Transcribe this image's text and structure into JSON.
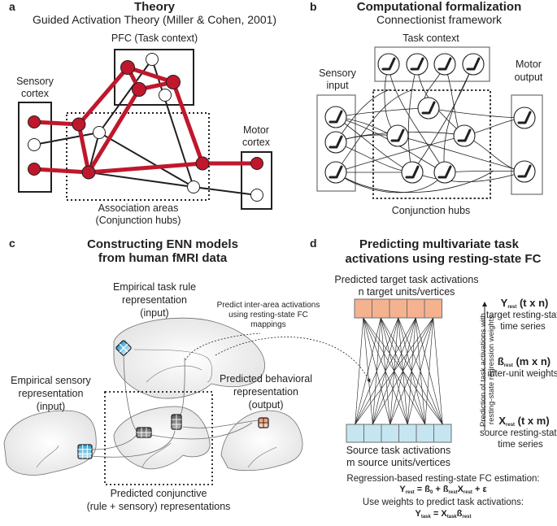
{
  "panels": {
    "a": {
      "letter": "a",
      "title": "Theory",
      "subtitle": "Guided Activation Theory (Miller & Cohen, 2001)",
      "labels": {
        "pfc": "PFC (Task context)",
        "sensory_1": "Sensory",
        "sensory_2": "cortex",
        "motor_1": "Motor",
        "motor_2": "cortex",
        "assoc_1": "Association areas",
        "assoc_2": "(Conjunction hubs)"
      },
      "colors": {
        "active": "#c0172c",
        "inactive": "#ffffff",
        "line": "#231f20"
      }
    },
    "b": {
      "letter": "b",
      "title": "Computational formalization",
      "subtitle": "Connectionist framework",
      "labels": {
        "task_context": "Task context",
        "sensory_1": "Sensory",
        "sensory_2": "input",
        "motor_1": "Motor",
        "motor_2": "output",
        "hubs": "Conjunction hubs"
      }
    },
    "c": {
      "letter": "c",
      "title_1": "Constructing ENN models",
      "title_2": "from human fMRI data",
      "labels": {
        "rule_1": "Empirical task rule",
        "rule_2": "representation",
        "rule_3": "(input)",
        "sensory_1": "Empirical sensory",
        "sensory_2": "representation",
        "sensory_3": "(input)",
        "behav_1": "Predicted behavioral",
        "behav_2": "representation",
        "behav_3": "(output)",
        "predict_1": "Predict inter-area activations",
        "predict_2": "using resting-state FC",
        "predict_3": "mappings",
        "conj_1": "Predicted conjunctive",
        "conj_2": "(rule + sensory) representations"
      },
      "colors": {
        "input": "#6cc5e6",
        "output": "#f5b28f",
        "hidden": "#8a8a8a",
        "brain": "#ececec"
      }
    },
    "d": {
      "letter": "d",
      "title_1": "Predicting multivariate task",
      "title_2": "activations using resting-state FC",
      "labels": {
        "target_1": "Predicted target task activations",
        "target_2": "n target units/vertices",
        "source_1": "Source task activations",
        "source_2": "m source units/vertices",
        "arrow_1": "Prediction of task activations with",
        "arrow_2": "resting-state regression weights",
        "y_sym": "Y",
        "y_sub": "rest",
        "y_dim": " (t x n)",
        "y_desc_1": "target resting-state",
        "y_desc_2": "time series",
        "b_sym": "ß",
        "b_sub": "rest",
        "b_dim": " (m x n)",
        "b_desc": "inter-unit weights",
        "x_sym": "X",
        "x_sub": "rest",
        "x_dim": " (t x m)",
        "x_desc_1": "source resting-state",
        "x_desc_2": "time series",
        "reg_title": "Regression-based resting-state FC estimation:",
        "use_title": "Use weights to predict task activations:"
      },
      "target_units": 5,
      "source_units": 6,
      "colors": {
        "target": "#f5b28f",
        "source": "#c5e6f0"
      }
    }
  }
}
